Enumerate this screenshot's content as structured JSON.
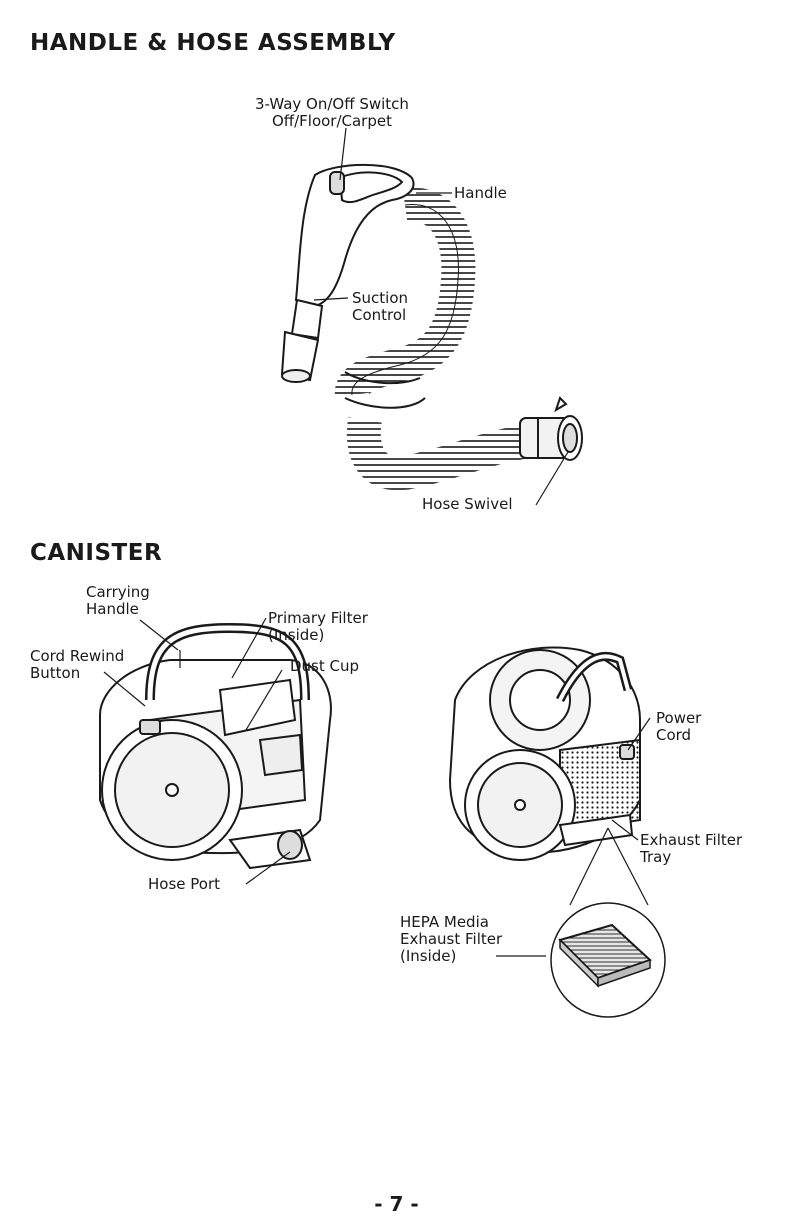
{
  "headings": {
    "handle_hose": "HANDLE & HOSE ASSEMBLY",
    "canister": "CANISTER"
  },
  "handle_labels": {
    "switch_line1": "3-Way On/Off Switch",
    "switch_line2": "Off/Floor/Carpet",
    "handle": "Handle",
    "suction_line1": "Suction",
    "suction_line2": "Control",
    "hose_swivel": "Hose Swivel"
  },
  "canister_labels": {
    "carrying_line1": "Carrying",
    "carrying_line2": "Handle",
    "cord_rewind_line1": "Cord Rewind",
    "cord_rewind_line2": "Button",
    "primary_filter_line1": "Primary Filter",
    "primary_filter_line2": "(Inside)",
    "dust_cup": "Dust Cup",
    "hose_port": "Hose Port",
    "power_cord_line1": "Power",
    "power_cord_line2": "Cord",
    "exhaust_tray_line1": "Exhaust Filter",
    "exhaust_tray_line2": "Tray",
    "hepa_line1": "HEPA Media",
    "hepa_line2": "Exhaust Filter",
    "hepa_line3": "(Inside)"
  },
  "page_number": "- 7 -"
}
